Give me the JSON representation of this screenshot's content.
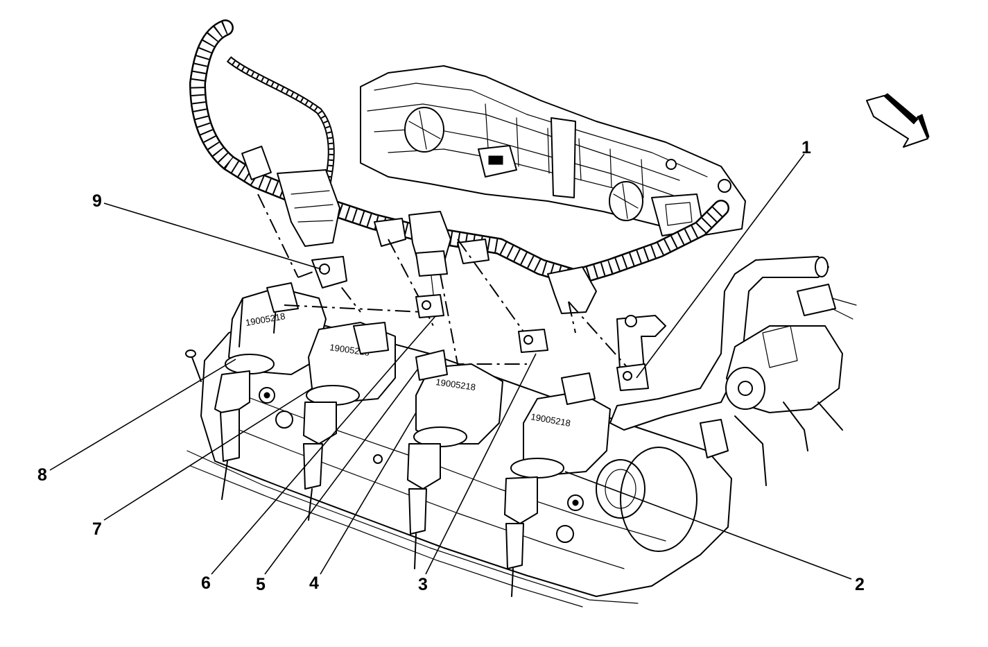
{
  "callouts": {
    "c1": "1",
    "c2": "2",
    "c3": "3",
    "c4": "4",
    "c5": "5",
    "c6": "6",
    "c7": "7",
    "c8": "8",
    "c9": "9"
  },
  "coil_part_number": "19005218",
  "icons": {
    "direction_arrow": "front-direction-arrow-icon"
  }
}
